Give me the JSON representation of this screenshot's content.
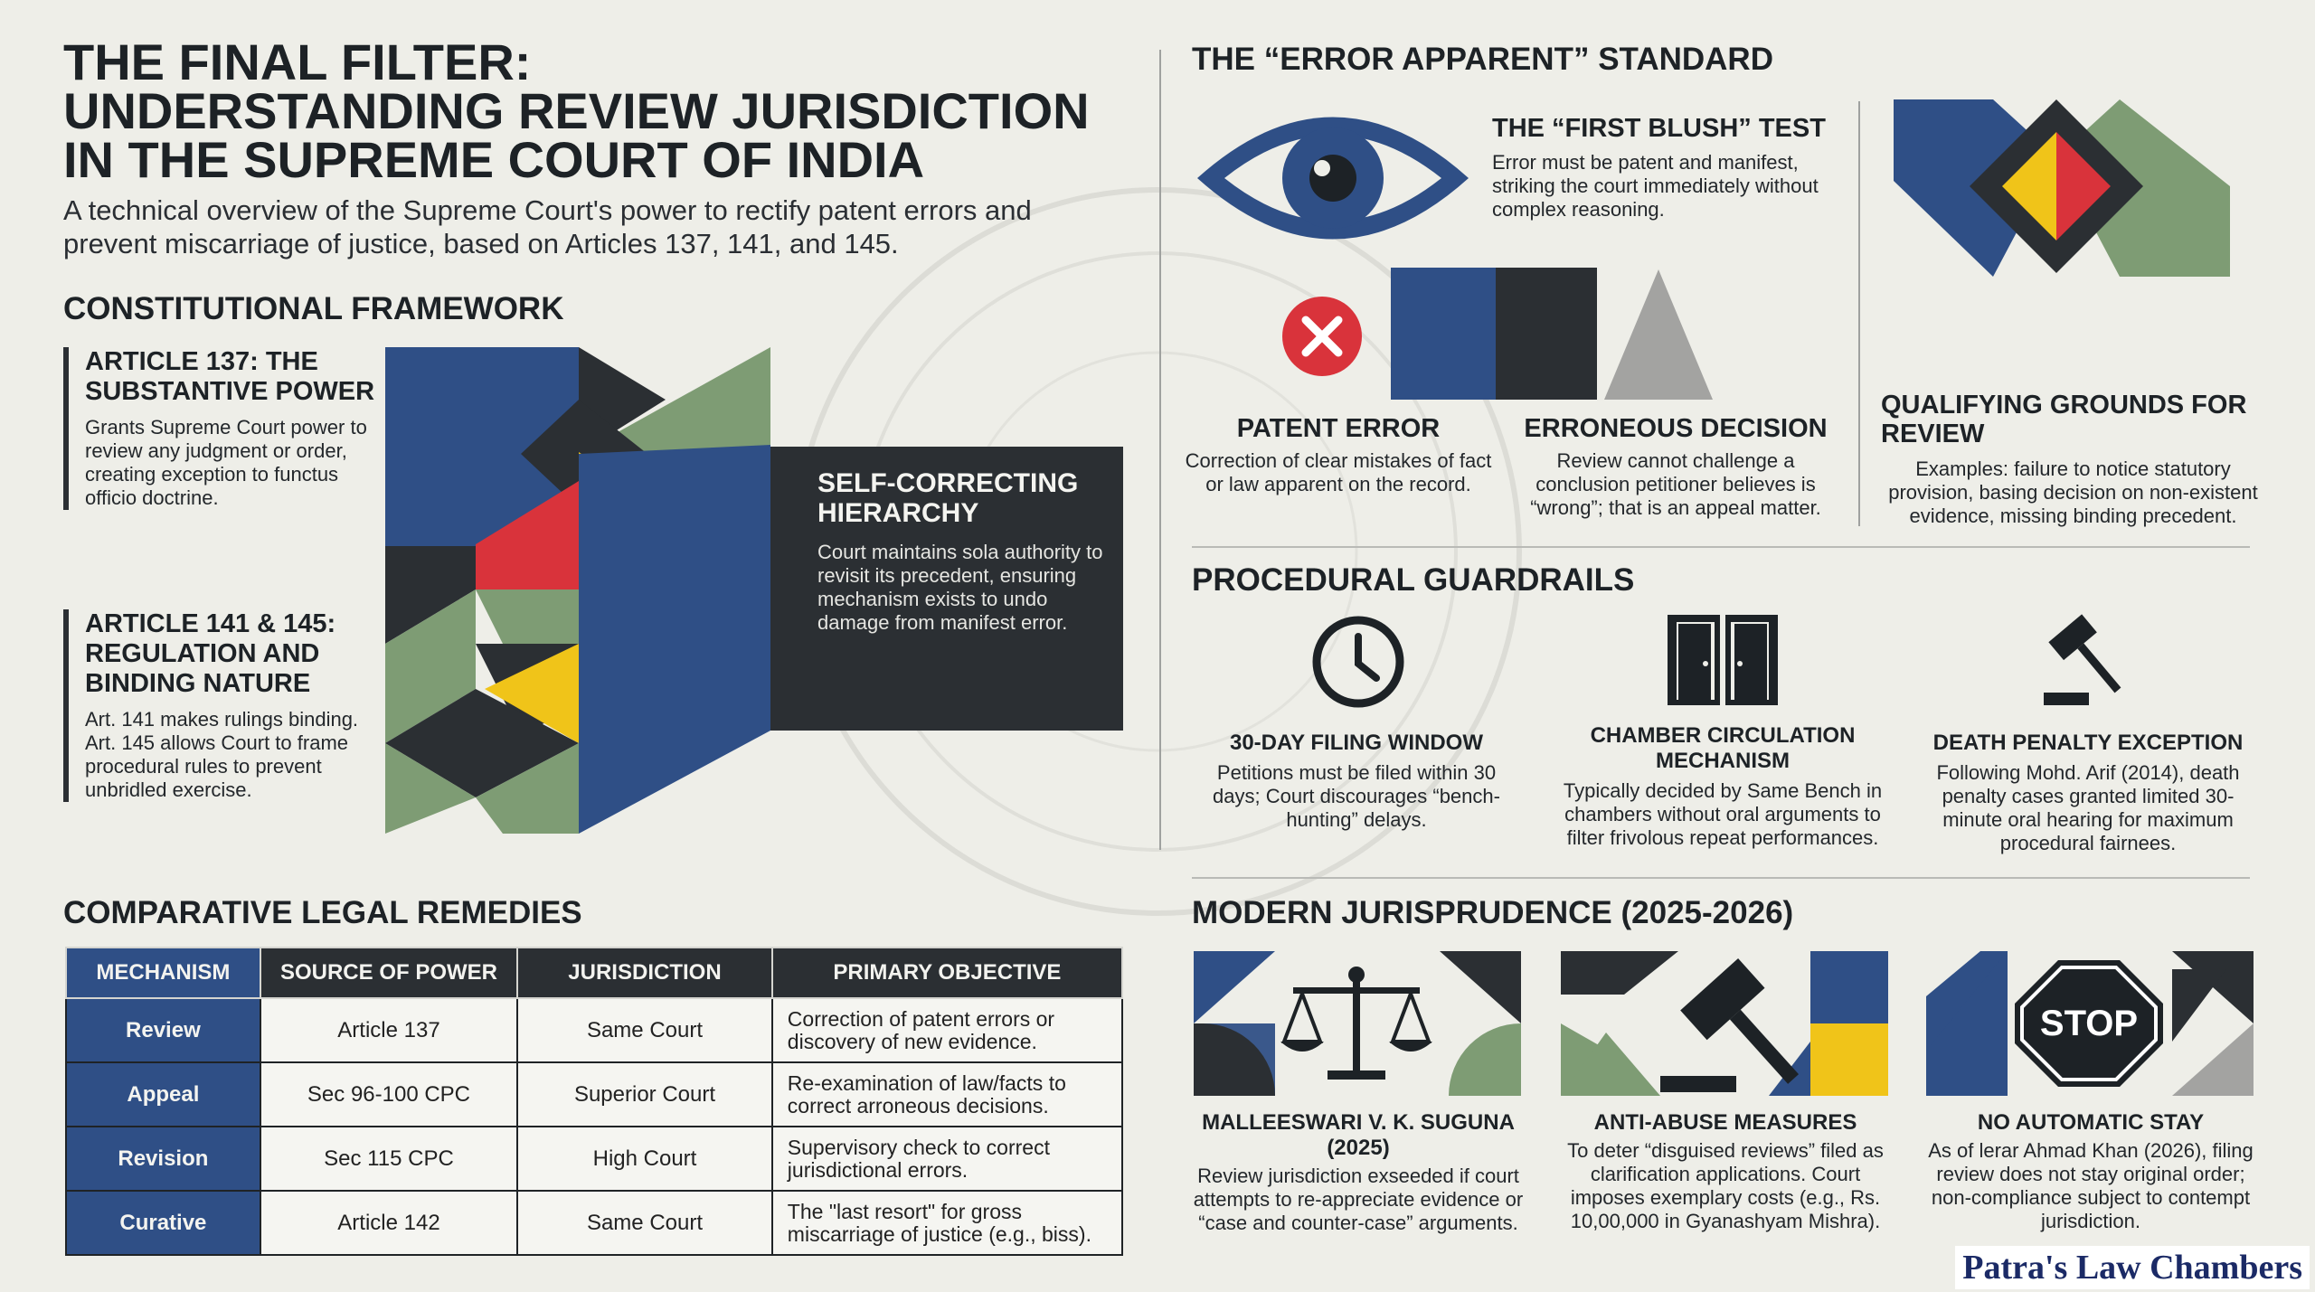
{
  "header": {
    "title_lines": [
      "THE FINAL FILTER:",
      "UNDERSTANDING REVIEW JURISDICTION",
      "IN THE SUPREME COURT OF INDIA"
    ],
    "subtitle": "A technical overview of the Supreme Court's power to rectify patent errors and prevent miscarriage of justice, based on Articles 137, 141, and 145."
  },
  "framework": {
    "heading": "CONSTITUTIONAL FRAMEWORK",
    "art137": {
      "title": "ARTICLE 137: THE SUBSTANTIVE POWER",
      "text": "Grants Supreme Court power to review any judgment or order, creating exception to functus officio doctrine."
    },
    "art141": {
      "title": "ARTICLE 141 & 145: REGULATION AND BINDING NATURE",
      "text": "Art. 141 makes rulings binding. Art. 145 allows Court to frame procedural rules to prevent unbridled exercise."
    },
    "hierarchy": {
      "title": "SELF-CORRECTING HIERARCHY",
      "text": "Court maintains sola authority to revisit its precedent, ensuring mechanism exists to undo damage from manifest error."
    }
  },
  "remedies": {
    "heading": "COMPARATIVE LEGAL REMEDIES",
    "columns": [
      "MECHANISM",
      "SOURCE OF POWER",
      "JURISDICTION",
      "PRIMARY OBJECTIVE"
    ],
    "rows": [
      {
        "mechanism": "Review",
        "source": "Article 137",
        "jurisdiction": "Same Court",
        "objective": "Correction of patent errors or discovery of new evidence."
      },
      {
        "mechanism": "Appeal",
        "source": "Sec 96-100 CPC",
        "jurisdiction": "Superior Court",
        "objective": "Re-examination of law/facts to correct arroneous decisions."
      },
      {
        "mechanism": "Revision",
        "source": "Sec 115 CPC",
        "jurisdiction": "High Court",
        "objective": "Supervisory check to correct jurisdictional errors."
      },
      {
        "mechanism": "Curative",
        "source": "Article 142",
        "jurisdiction": "Same Court",
        "objective": "The \"last resort\" for gross miscarriage of justice (e.g., biss)."
      }
    ]
  },
  "error_standard": {
    "heading": "THE “ERROR APPARENT” STANDARD",
    "first_blush": {
      "title": "THE “FIRST BLUSH” TEST",
      "text": "Error must be patent and manifest, striking the court immediately without complex reasoning."
    },
    "patent": {
      "title": "PATENT ERROR",
      "text": "Correction of clear mistakes of fact or law apparent on the record."
    },
    "erroneous": {
      "title": "ERRONEOUS DECISION",
      "text": "Review cannot challenge a conclusion petitioner believes is “wrong”; that is an appeal matter."
    },
    "qualifying": {
      "title": "QUALIFYING GROUNDS FOR REVIEW",
      "text": "Examples: failure to notice statutory provision, basing decision on non-existent evidence, missing binding precedent."
    }
  },
  "guardrails": {
    "heading": "PROCEDURAL GUARDRAILS",
    "items": [
      {
        "title": "30-DAY FILING WINDOW",
        "text": "Petitions must be filed within 30 days; Court discourages “bench-hunting” delays."
      },
      {
        "title": "CHAMBER CIRCULATION MECHANISM",
        "text": "Typically decided by Same Bench in chambers without oral arguments to filter frivolous repeat performances."
      },
      {
        "title": "DEATH PENALTY EXCEPTION",
        "text": "Following Mohd. Arif (2014), death penalty cases granted limited 30-minute oral hearing for maximum procedural fairnees."
      }
    ]
  },
  "modern": {
    "heading": "MODERN JURISPRUDENCE (2025-2026)",
    "items": [
      {
        "title": "MALLEESWARI v. K. SUGUNA (2025)",
        "text": "Review jurisdiction exseeded if court attempts to re-appreciate evidence or “case and counter-case” arguments."
      },
      {
        "title": "ANTI-ABUSE MEASURES",
        "text": "To deter “disguised reviews” filed as clarification applications. Court imposes exemplary costs (e.g., Rs. 10,00,000 in Gyanashyam Mishra)."
      },
      {
        "title": "NO AUTOMATIC STAY",
        "text": "As of lerar Ahmad Khan (2026), filing review does not stay original order; non-compliance subject to contempt jurisdiction."
      }
    ],
    "stop_sign_text": "STOP"
  },
  "brand": "Patra's Law Chambers",
  "colors": {
    "navy": "#2f4f86",
    "charcoal": "#2b2f33",
    "green": "#7e9c74",
    "yellow": "#f0c419",
    "red": "#d9333b",
    "gray": "#a3a3a1"
  }
}
